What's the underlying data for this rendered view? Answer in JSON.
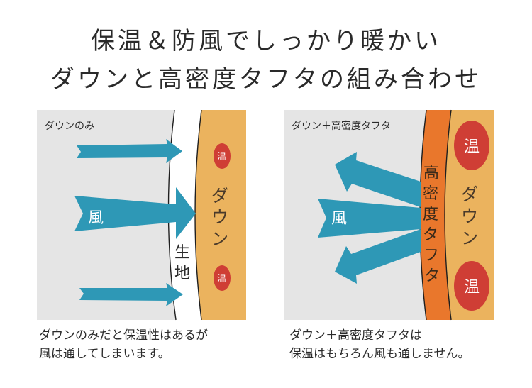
{
  "title": {
    "line1": "保温＆防風でしっかり暖かい",
    "line2": "ダウンと高密度タフタの組み合わせ"
  },
  "colors": {
    "panel_bg": "#e5e5e5",
    "down_fill": "#ebb35e",
    "taffeta_fill": "#e9772c",
    "warm_ellipse": "#cf3e35",
    "wind_arrow": "#2e98b6",
    "outline": "#1f1f1f"
  },
  "left_panel": {
    "label": "ダウンのみ",
    "wind_label": "風",
    "fabric_label_1": "生",
    "fabric_label_2": "地",
    "down_label_chars": [
      "ダ",
      "ウ",
      "ン"
    ],
    "warm_label": "温",
    "caption_line1": "ダウンのみだと保温性はあるが",
    "caption_line2": "風は通してしまいます。"
  },
  "right_panel": {
    "label": "ダウン＋高密度タフタ",
    "wind_label": "風",
    "taffeta_label_chars": [
      "高",
      "密",
      "度",
      "タ",
      "フ",
      "タ"
    ],
    "down_label_chars": [
      "ダ",
      "ウ",
      "ン"
    ],
    "warm_label": "温",
    "caption_line1": "ダウン＋高密度タフタは",
    "caption_line2": "保温はもちろん風も通しません。"
  }
}
